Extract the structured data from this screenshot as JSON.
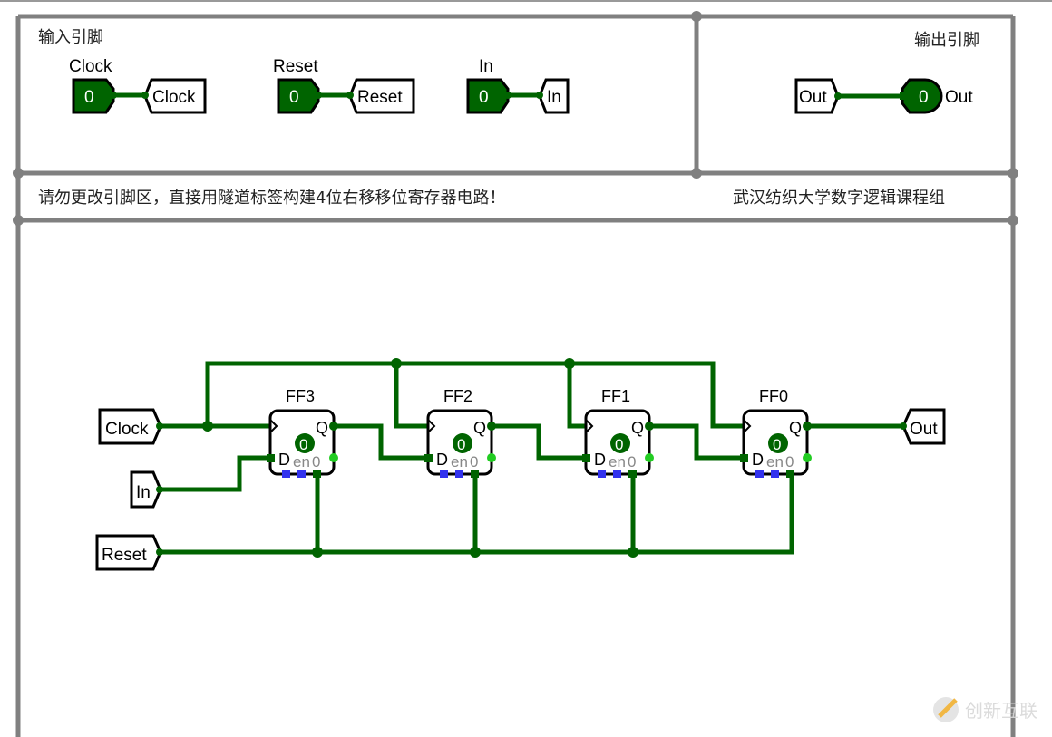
{
  "panels": {
    "input_title": "输入引脚",
    "output_title": "输出引脚",
    "instruction": "请勿更改引脚区，直接用隧道标签构建4位右移移位寄存器电路！",
    "credit": "武汉纺织大学数字逻辑课程组"
  },
  "input_pins": [
    {
      "label": "Clock",
      "value": "0",
      "tunnel": "Clock"
    },
    {
      "label": "Reset",
      "value": "0",
      "tunnel": "Reset"
    },
    {
      "label": "In",
      "value": "0",
      "tunnel": "In"
    }
  ],
  "output_pin": {
    "tunnel": "Out",
    "value": "0",
    "label": "Out"
  },
  "circuit": {
    "tunnels_left": [
      "Clock",
      "In",
      "Reset"
    ],
    "tunnel_right": "Out",
    "flipflops": [
      {
        "name": "FF3",
        "state": "0",
        "q": "Q",
        "d": "D",
        "en": "en",
        "zero": "0"
      },
      {
        "name": "FF2",
        "state": "0",
        "q": "Q",
        "d": "D",
        "en": "en",
        "zero": "0"
      },
      {
        "name": "FF1",
        "state": "0",
        "q": "Q",
        "d": "D",
        "en": "en",
        "zero": "0"
      },
      {
        "name": "FF0",
        "state": "0",
        "q": "Q",
        "d": "D",
        "en": "en",
        "zero": "0"
      }
    ]
  },
  "colors": {
    "wire": "#006400",
    "pin_fill": "#006400",
    "frame": "#808080",
    "bright_green": "#22cc22",
    "port_blue": "#3333ee"
  },
  "watermark": "创新互联"
}
